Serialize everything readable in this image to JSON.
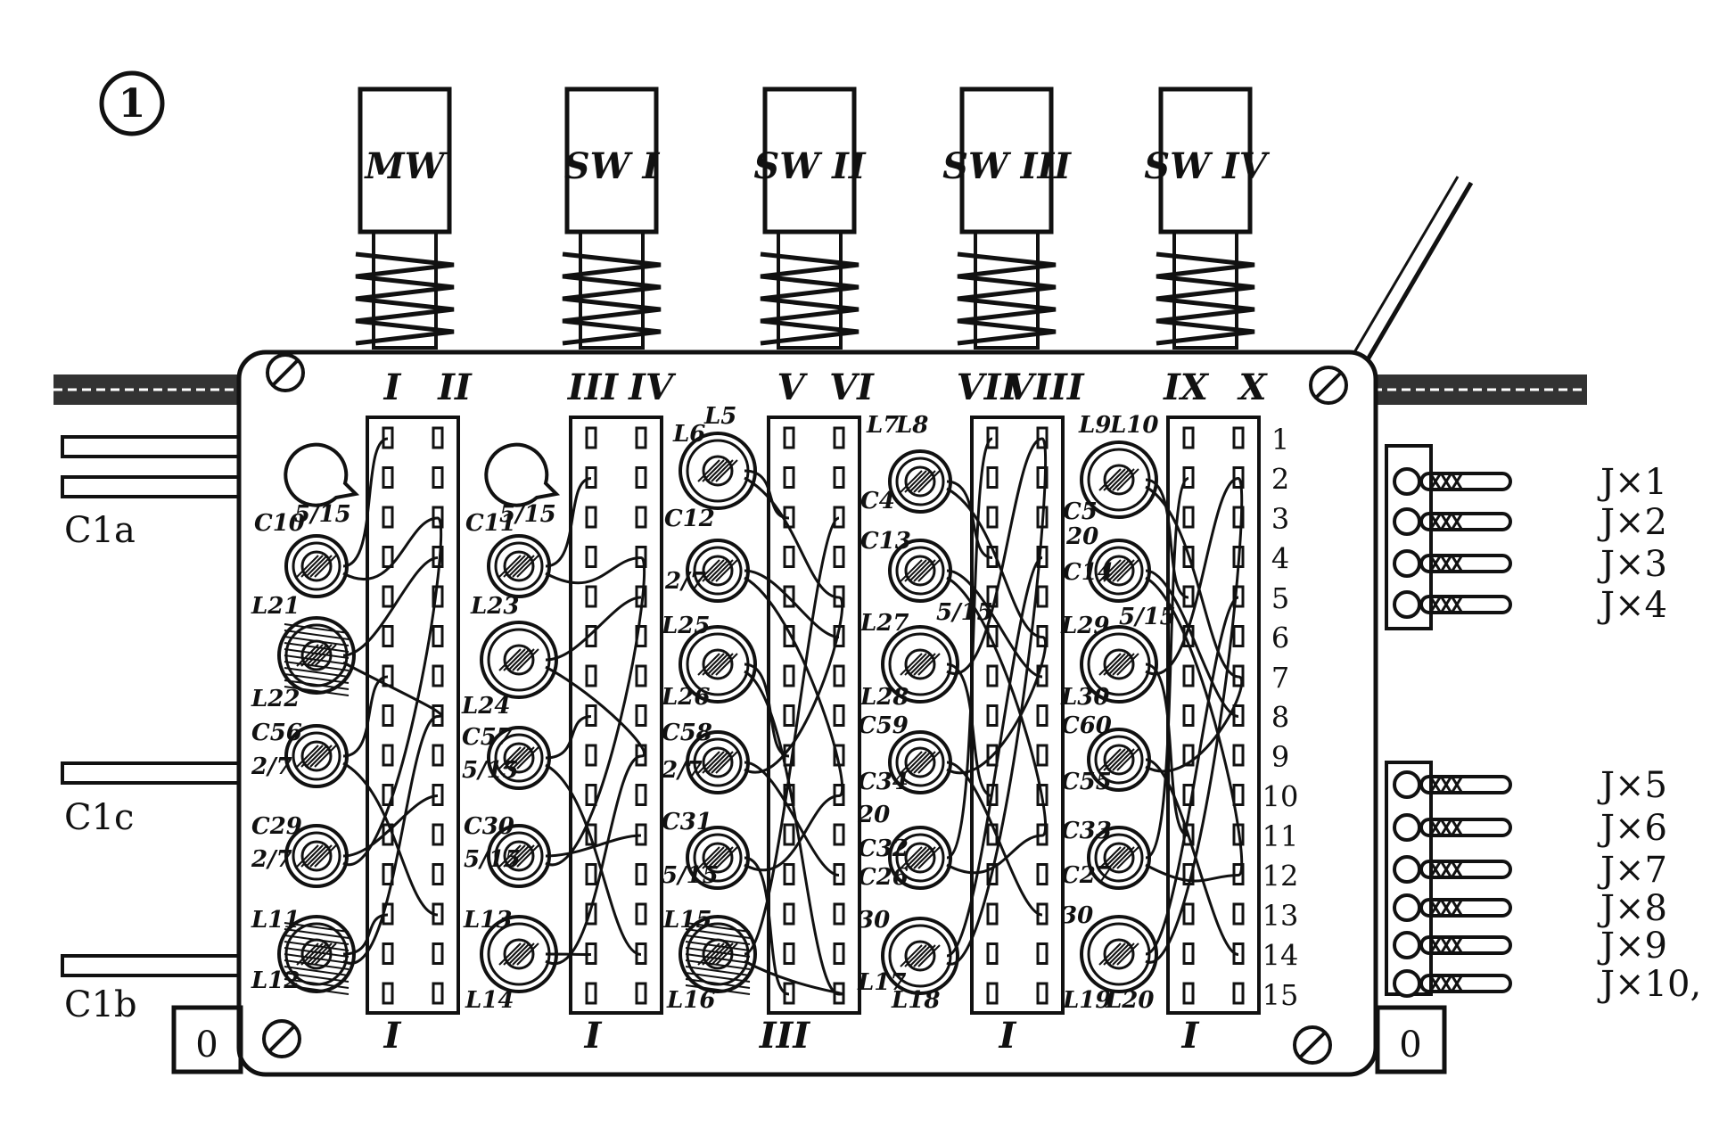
{
  "figure": {
    "number": "1"
  },
  "buttons": [
    {
      "label": "MW"
    },
    {
      "label": "SW I"
    },
    {
      "label": "SW II"
    },
    {
      "label": "SW III"
    },
    {
      "label": "SW IV"
    }
  ],
  "columns": [
    "I",
    "II",
    "III",
    "IV",
    "V",
    "VI",
    "VII",
    "VIII",
    "IX",
    "X"
  ],
  "rows": [
    "1",
    "2",
    "3",
    "4",
    "5",
    "6",
    "7",
    "8",
    "9",
    "10",
    "11",
    "12",
    "13",
    "14",
    "15"
  ],
  "left_connectors": [
    "C1a",
    "C1c",
    "C1b"
  ],
  "right_terminals": [
    "J×1",
    "J×2",
    "J×3",
    "J×4",
    "J×5",
    "J×6",
    "J×7",
    "J×8",
    "J×9",
    "J×10,"
  ],
  "components": {
    "g1": [
      "C10",
      "5/15",
      "L21",
      "L22",
      "C56",
      "2/7",
      "C29",
      "2/7",
      "L11",
      "L12"
    ],
    "g2": [
      "C11",
      "5/15",
      "L23",
      "L24",
      "C57",
      "5/15",
      "C30",
      "5/15",
      "L13",
      "L14"
    ],
    "g3": [
      "L5",
      "L6",
      "C12",
      "2/7",
      "L25",
      "L26",
      "C58",
      "2/7",
      "C31",
      "5/15",
      "L15",
      "L16"
    ],
    "g4": [
      "L7",
      "L8",
      "C4",
      "C13",
      "5/15",
      "L27",
      "L28",
      "C59",
      "C34",
      "20",
      "C32",
      "C26",
      "30",
      "L17",
      "L18"
    ],
    "g5": [
      "L9",
      "L10",
      "C5",
      "20",
      "C14",
      "5/15",
      "L29",
      "L30",
      "C60",
      "C55",
      "C33",
      "C27",
      "30",
      "L19",
      "L20"
    ]
  },
  "bottom_markers": [
    "I",
    "I",
    "III",
    "I",
    "I"
  ],
  "corner_boxes": [
    "0",
    "0"
  ]
}
